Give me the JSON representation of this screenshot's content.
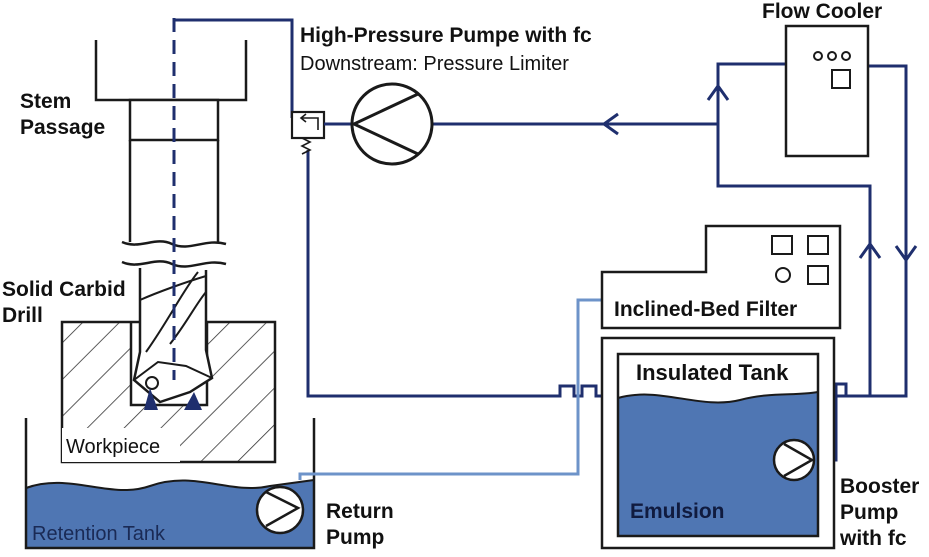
{
  "labels": {
    "pump_title": "High-Pressure Pumpe with fc",
    "pump_subtitle": "Downstream: Pressure Limiter",
    "flow_cooler": "Flow Cooler",
    "stem_line1": "Stem",
    "stem_line2": "Passage",
    "drill_line1": "Solid Carbid",
    "drill_line2": "Drill",
    "workpiece": "Workpiece",
    "retention_tank": "Retention Tank",
    "return_line1": "Return",
    "return_line2": "Pump",
    "filter": "Inclined-Bed Filter",
    "insulated_tank": "Insulated Tank",
    "emulsion": "Emulsion",
    "booster_line1": "Booster",
    "booster_line2": "Pump",
    "booster_line3": "with fc"
  },
  "colors": {
    "pipe": "#1f2f6e",
    "return_pipe": "#6d93c9",
    "liquid": "#4f76b3",
    "outline": "#1a1a1a"
  }
}
